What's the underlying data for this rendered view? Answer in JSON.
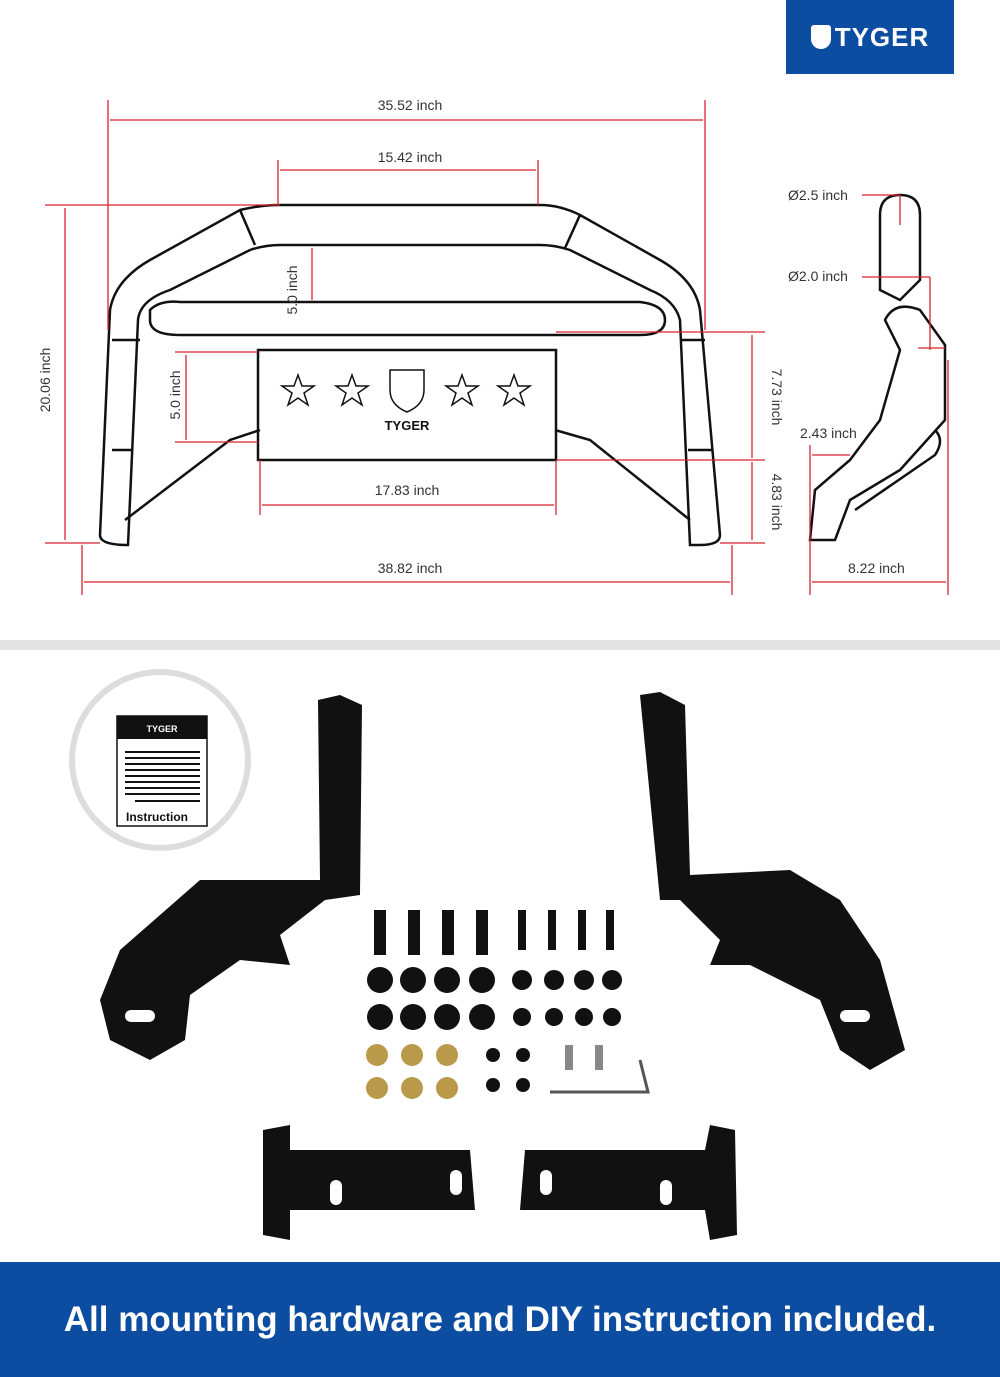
{
  "brand": "TYGER",
  "dimensions": {
    "top_width": "35.52 inch",
    "top_inner_width": "15.42 inch",
    "upper_gap": "5.0 inch",
    "height": "20.06 inch",
    "plate_gap": "5.0 inch",
    "plate_height": "7.73 inch",
    "plate_width": "17.83 inch",
    "bottom_height": "4.83 inch",
    "bottom_width": "38.82 inch",
    "tube_dia_large": "Ø2.5 inch",
    "tube_dia_small": "Ø2.0 inch",
    "side_offset": "2.43 inch",
    "depth": "8.22 inch"
  },
  "instruction": {
    "brand": "TYGER",
    "label": "Instruction"
  },
  "banner": "All mounting hardware and DIY instruction included.",
  "colors": {
    "accent": "#0d4da1",
    "dimension": "#d7232f"
  }
}
